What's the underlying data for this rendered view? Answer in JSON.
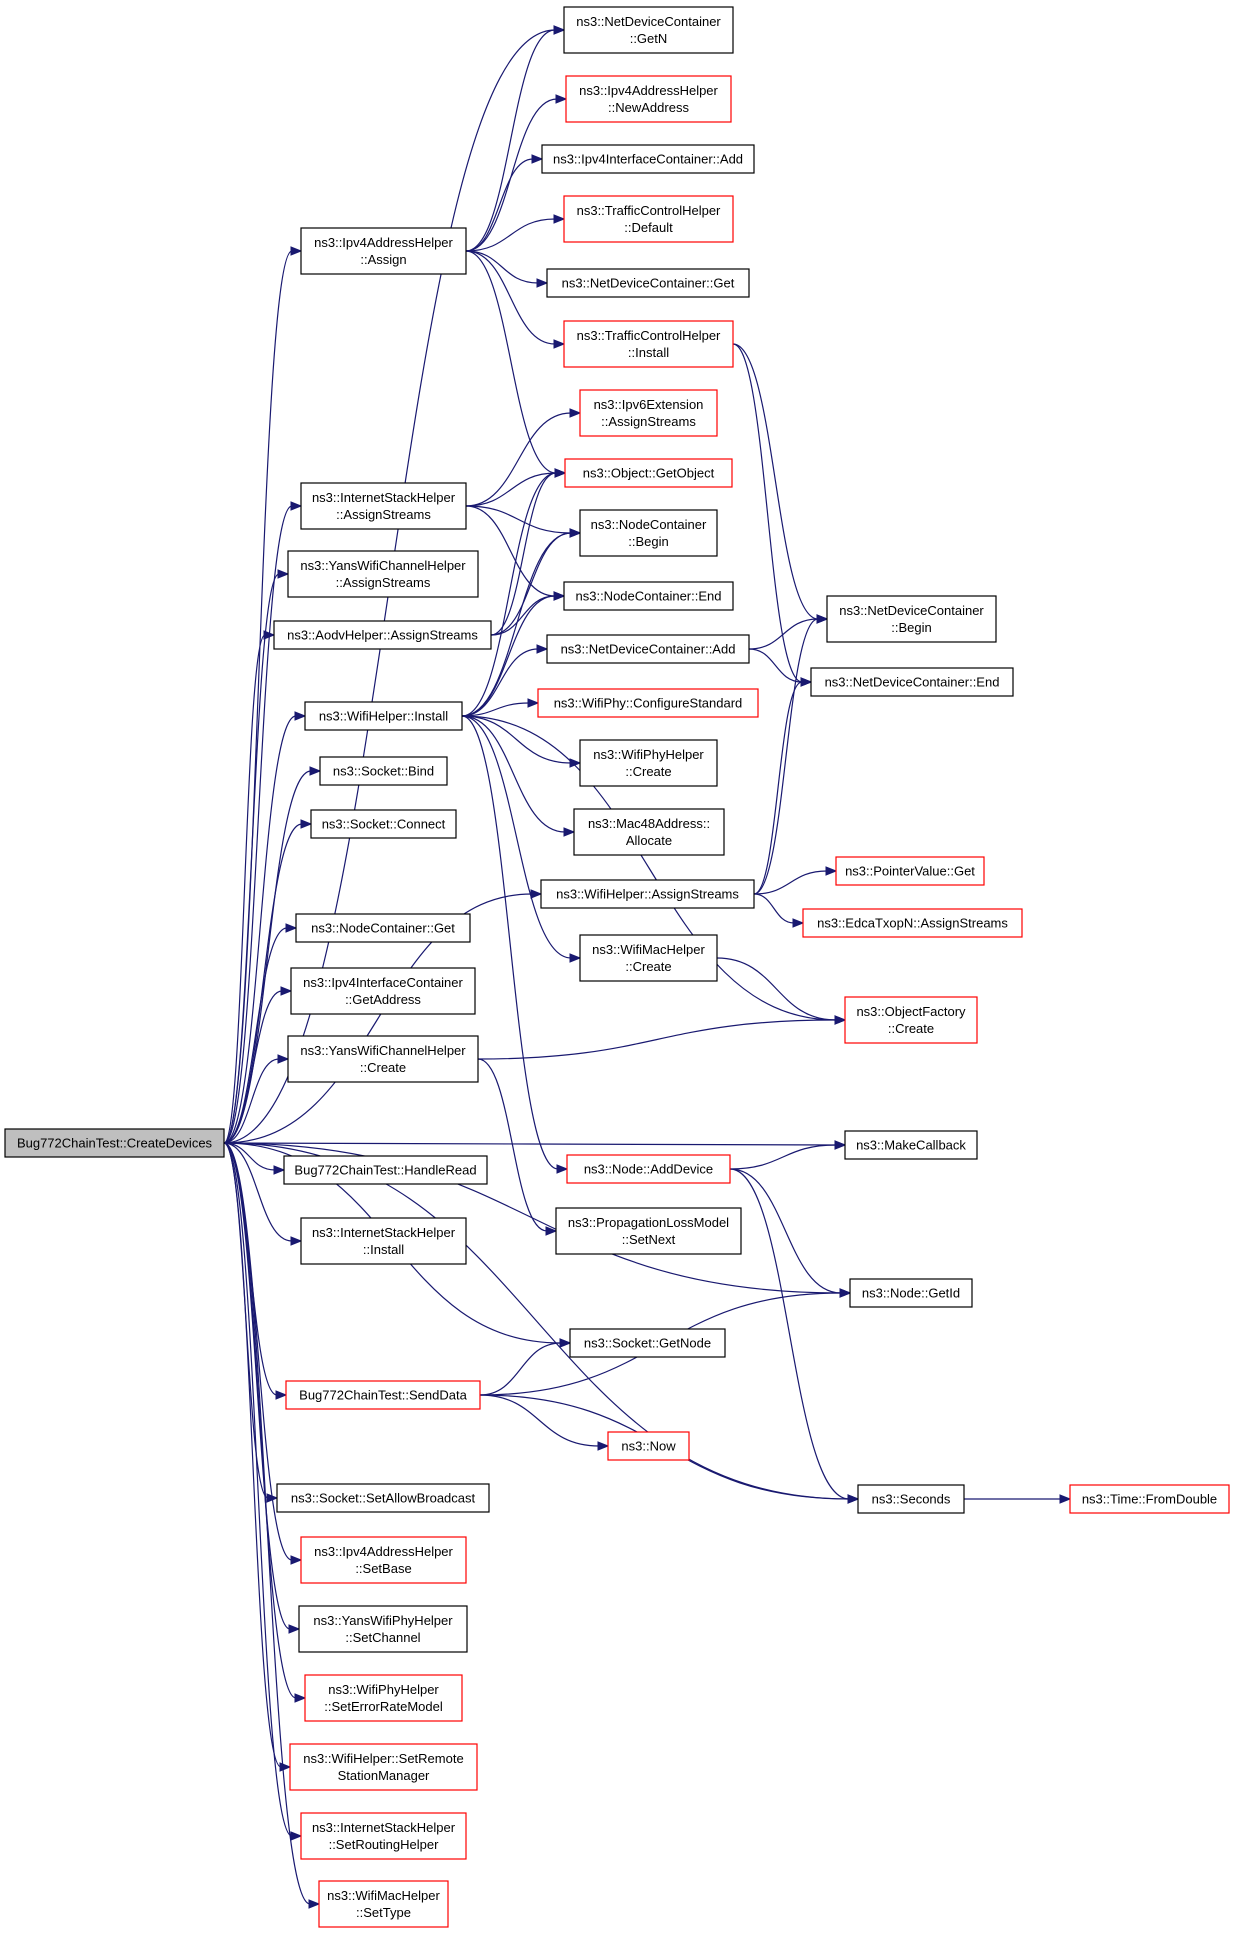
{
  "graph": {
    "root": "Bug772ChainTest::CreateDevices",
    "colors": {
      "edge": "#191970",
      "border_normal": "#000000",
      "border_incomplete": "#ff0000",
      "root_fill": "#bfbfbf"
    },
    "nodes": [
      {
        "id": "root",
        "lines": [
          "Bug772ChainTest::CreateDevices"
        ],
        "status": "root"
      },
      {
        "id": "ipv4assign",
        "lines": [
          "ns3::Ipv4AddressHelper",
          "::Assign"
        ],
        "status": "normal"
      },
      {
        "id": "inetstreams",
        "lines": [
          "ns3::InternetStackHelper",
          "::AssignStreams"
        ],
        "status": "normal"
      },
      {
        "id": "yanschstreams",
        "lines": [
          "ns3::YansWifiChannelHelper",
          "::AssignStreams"
        ],
        "status": "normal"
      },
      {
        "id": "aodvstreams",
        "lines": [
          "ns3::AodvHelper::AssignStreams"
        ],
        "status": "normal"
      },
      {
        "id": "wifiinstall",
        "lines": [
          "ns3::WifiHelper::Install"
        ],
        "status": "normal"
      },
      {
        "id": "sockbind",
        "lines": [
          "ns3::Socket::Bind"
        ],
        "status": "normal"
      },
      {
        "id": "sockconnect",
        "lines": [
          "ns3::Socket::Connect"
        ],
        "status": "normal"
      },
      {
        "id": "ncget",
        "lines": [
          "ns3::NodeContainer::Get"
        ],
        "status": "normal"
      },
      {
        "id": "ipv4icgetaddr",
        "lines": [
          "ns3::Ipv4InterfaceContainer",
          "::GetAddress"
        ],
        "status": "normal"
      },
      {
        "id": "yanschcreate",
        "lines": [
          "ns3::YansWifiChannelHelper",
          "::Create"
        ],
        "status": "normal"
      },
      {
        "id": "handleread",
        "lines": [
          "Bug772ChainTest::HandleRead"
        ],
        "status": "normal"
      },
      {
        "id": "inetinstall",
        "lines": [
          "ns3::InternetStackHelper",
          "::Install"
        ],
        "status": "normal"
      },
      {
        "id": "senddata",
        "lines": [
          "Bug772ChainTest::SendData"
        ],
        "status": "incomplete"
      },
      {
        "id": "setallowbc",
        "lines": [
          "ns3::Socket::SetAllowBroadcast"
        ],
        "status": "normal"
      },
      {
        "id": "setbase",
        "lines": [
          "ns3::Ipv4AddressHelper",
          "::SetBase"
        ],
        "status": "incomplete"
      },
      {
        "id": "setchannel",
        "lines": [
          "ns3::YansWifiPhyHelper",
          "::SetChannel"
        ],
        "status": "normal"
      },
      {
        "id": "seterm",
        "lines": [
          "ns3::WifiPhyHelper",
          "::SetErrorRateModel"
        ],
        "status": "incomplete"
      },
      {
        "id": "setrsm",
        "lines": [
          "ns3::WifiHelper::SetRemote",
          "StationManager"
        ],
        "status": "incomplete"
      },
      {
        "id": "setrouting",
        "lines": [
          "ns3::InternetStackHelper",
          "::SetRoutingHelper"
        ],
        "status": "incomplete"
      },
      {
        "id": "settype",
        "lines": [
          "ns3::WifiMacHelper",
          "::SetType"
        ],
        "status": "incomplete"
      },
      {
        "id": "ndcgetn",
        "lines": [
          "ns3::NetDeviceContainer",
          "::GetN"
        ],
        "status": "normal"
      },
      {
        "id": "newaddr",
        "lines": [
          "ns3::Ipv4AddressHelper",
          "::NewAddress"
        ],
        "status": "incomplete"
      },
      {
        "id": "ipv4icadd",
        "lines": [
          "ns3::Ipv4InterfaceContainer::Add"
        ],
        "status": "normal"
      },
      {
        "id": "tcdefault",
        "lines": [
          "ns3::TrafficControlHelper",
          "::Default"
        ],
        "status": "incomplete"
      },
      {
        "id": "ndcget",
        "lines": [
          "ns3::NetDeviceContainer::Get"
        ],
        "status": "normal"
      },
      {
        "id": "tcinstall",
        "lines": [
          "ns3::TrafficControlHelper",
          "::Install"
        ],
        "status": "incomplete"
      },
      {
        "id": "ipv6ext",
        "lines": [
          "ns3::Ipv6Extension",
          "::AssignStreams"
        ],
        "status": "incomplete"
      },
      {
        "id": "getobject",
        "lines": [
          "ns3::Object::GetObject"
        ],
        "status": "incomplete"
      },
      {
        "id": "ncbegin",
        "lines": [
          "ns3::NodeContainer",
          "::Begin"
        ],
        "status": "normal"
      },
      {
        "id": "ncend",
        "lines": [
          "ns3::NodeContainer::End"
        ],
        "status": "normal"
      },
      {
        "id": "ndcadd",
        "lines": [
          "ns3::NetDeviceContainer::Add"
        ],
        "status": "normal"
      },
      {
        "id": "configstd",
        "lines": [
          "ns3::WifiPhy::ConfigureStandard"
        ],
        "status": "incomplete"
      },
      {
        "id": "wifiphycreate",
        "lines": [
          "ns3::WifiPhyHelper",
          "::Create"
        ],
        "status": "normal"
      },
      {
        "id": "mac48",
        "lines": [
          "ns3::Mac48Address::",
          "Allocate"
        ],
        "status": "normal"
      },
      {
        "id": "wifistreams",
        "lines": [
          "ns3::WifiHelper::AssignStreams"
        ],
        "status": "normal"
      },
      {
        "id": "wifimaccreate",
        "lines": [
          "ns3::WifiMacHelper",
          "::Create"
        ],
        "status": "normal"
      },
      {
        "id": "adddevice",
        "lines": [
          "ns3::Node::AddDevice"
        ],
        "status": "incomplete"
      },
      {
        "id": "proploss",
        "lines": [
          "ns3::PropagationLossModel",
          "::SetNext"
        ],
        "status": "normal"
      },
      {
        "id": "sockgetnode",
        "lines": [
          "ns3::Socket::GetNode"
        ],
        "status": "normal"
      },
      {
        "id": "now",
        "lines": [
          "ns3::Now"
        ],
        "status": "incomplete"
      },
      {
        "id": "ndcbegin",
        "lines": [
          "ns3::NetDeviceContainer",
          "::Begin"
        ],
        "status": "normal"
      },
      {
        "id": "ndcend",
        "lines": [
          "ns3::NetDeviceContainer::End"
        ],
        "status": "normal"
      },
      {
        "id": "pvget",
        "lines": [
          "ns3::PointerValue::Get"
        ],
        "status": "incomplete"
      },
      {
        "id": "edca",
        "lines": [
          "ns3::EdcaTxopN::AssignStreams"
        ],
        "status": "incomplete"
      },
      {
        "id": "objfactory",
        "lines": [
          "ns3::ObjectFactory",
          "::Create"
        ],
        "status": "incomplete"
      },
      {
        "id": "makecb",
        "lines": [
          "ns3::MakeCallback"
        ],
        "status": "normal"
      },
      {
        "id": "nodegetid",
        "lines": [
          "ns3::Node::GetId"
        ],
        "status": "normal"
      },
      {
        "id": "seconds",
        "lines": [
          "ns3::Seconds"
        ],
        "status": "normal"
      },
      {
        "id": "fromdouble",
        "lines": [
          "ns3::Time::FromDouble"
        ],
        "status": "incomplete"
      }
    ],
    "edges": [
      [
        "root",
        "ndcgetn"
      ],
      [
        "root",
        "ipv4assign"
      ],
      [
        "root",
        "inetstreams"
      ],
      [
        "root",
        "yanschstreams"
      ],
      [
        "root",
        "aodvstreams"
      ],
      [
        "root",
        "wifiinstall"
      ],
      [
        "root",
        "sockbind"
      ],
      [
        "root",
        "sockconnect"
      ],
      [
        "root",
        "wifistreams"
      ],
      [
        "root",
        "ncget"
      ],
      [
        "root",
        "ipv4icgetaddr"
      ],
      [
        "root",
        "yanschcreate"
      ],
      [
        "root",
        "makecb"
      ],
      [
        "root",
        "handleread"
      ],
      [
        "root",
        "inetinstall"
      ],
      [
        "root",
        "nodegetid"
      ],
      [
        "root",
        "sockgetnode"
      ],
      [
        "root",
        "senddata"
      ],
      [
        "root",
        "seconds"
      ],
      [
        "root",
        "setallowbc"
      ],
      [
        "root",
        "setbase"
      ],
      [
        "root",
        "setchannel"
      ],
      [
        "root",
        "seterm"
      ],
      [
        "root",
        "setrsm"
      ],
      [
        "root",
        "setrouting"
      ],
      [
        "root",
        "settype"
      ],
      [
        "ipv4assign",
        "ndcgetn"
      ],
      [
        "ipv4assign",
        "newaddr"
      ],
      [
        "ipv4assign",
        "ipv4icadd"
      ],
      [
        "ipv4assign",
        "tcdefault"
      ],
      [
        "ipv4assign",
        "ndcget"
      ],
      [
        "ipv4assign",
        "tcinstall"
      ],
      [
        "ipv4assign",
        "getobject"
      ],
      [
        "inetstreams",
        "ipv6ext"
      ],
      [
        "inetstreams",
        "getobject"
      ],
      [
        "inetstreams",
        "ncbegin"
      ],
      [
        "inetstreams",
        "ncend"
      ],
      [
        "aodvstreams",
        "getobject"
      ],
      [
        "aodvstreams",
        "ncbegin"
      ],
      [
        "aodvstreams",
        "ncend"
      ],
      [
        "wifiinstall",
        "ncbegin"
      ],
      [
        "wifiinstall",
        "ncend"
      ],
      [
        "wifiinstall",
        "getobject"
      ],
      [
        "wifiinstall",
        "ndcadd"
      ],
      [
        "wifiinstall",
        "configstd"
      ],
      [
        "wifiinstall",
        "wifiphycreate"
      ],
      [
        "wifiinstall",
        "mac48"
      ],
      [
        "wifiinstall",
        "wifimaccreate"
      ],
      [
        "wifiinstall",
        "objfactory"
      ],
      [
        "wifiinstall",
        "adddevice"
      ],
      [
        "tcinstall",
        "ndcbegin"
      ],
      [
        "tcinstall",
        "ndcend"
      ],
      [
        "ndcadd",
        "ndcbegin"
      ],
      [
        "ndcadd",
        "ndcend"
      ],
      [
        "wifistreams",
        "ndcbegin"
      ],
      [
        "wifistreams",
        "ndcend"
      ],
      [
        "wifistreams",
        "pvget"
      ],
      [
        "wifistreams",
        "edca"
      ],
      [
        "wifimaccreate",
        "objfactory"
      ],
      [
        "yanschcreate",
        "objfactory"
      ],
      [
        "yanschcreate",
        "proploss"
      ],
      [
        "adddevice",
        "makecb"
      ],
      [
        "adddevice",
        "nodegetid"
      ],
      [
        "adddevice",
        "seconds"
      ],
      [
        "senddata",
        "sockgetnode"
      ],
      [
        "senddata",
        "nodegetid"
      ],
      [
        "senddata",
        "now"
      ],
      [
        "senddata",
        "seconds"
      ],
      [
        "seconds",
        "fromdouble"
      ]
    ]
  }
}
